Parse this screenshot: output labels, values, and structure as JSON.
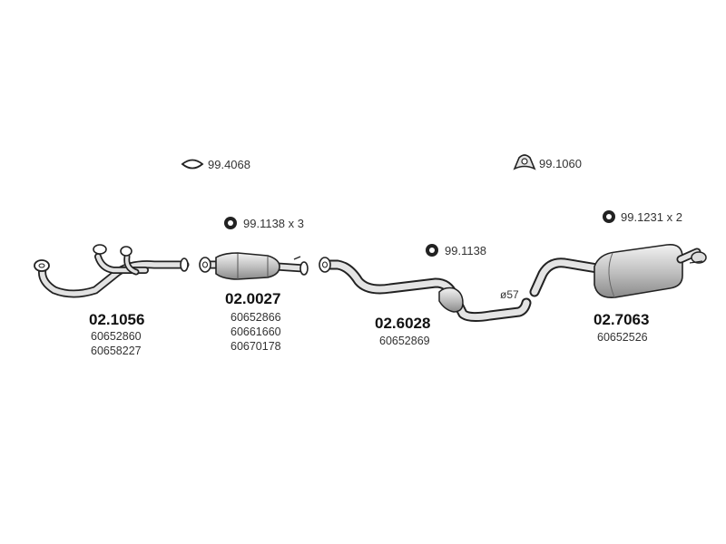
{
  "accessories": {
    "gasket": "99.4068",
    "clamp": "99.1060",
    "hanger_cat": "99.1138 x 3",
    "hanger_mid": "99.1138",
    "hanger_rear": "99.1231 x 2"
  },
  "parts": {
    "front_pipe": {
      "code": "02.1056",
      "oem": [
        "60652860",
        "60658227"
      ]
    },
    "catalyst": {
      "code": "02.0027",
      "oem": [
        "60652866",
        "60661660",
        "60670178"
      ]
    },
    "middle": {
      "code": "02.6028",
      "oem": [
        "60652869"
      ],
      "diameter": "ø57"
    },
    "rear": {
      "code": "02.7063",
      "oem": [
        "60652526"
      ]
    }
  }
}
